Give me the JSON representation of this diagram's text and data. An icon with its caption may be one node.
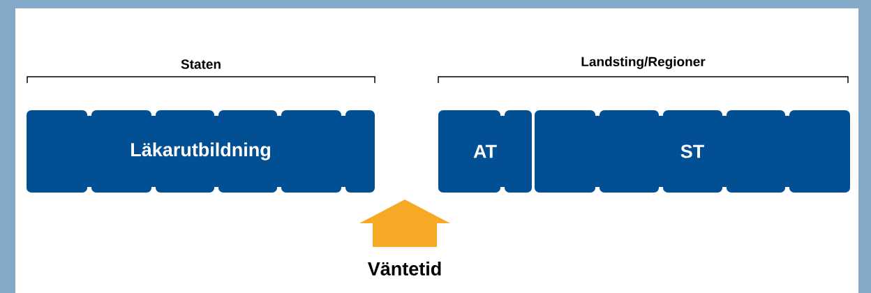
{
  "diagram": {
    "nodes": [
      {
        "text": [
          "Läkarutbildning"
        ]
      },
      {
        "text": [
          "AT"
        ]
      },
      {
        "text": [
          "ST"
        ]
      }
    ],
    "labels": [
      "Staten",
      "Landsting/Regioner",
      "Väntetid"
    ]
  }
}
